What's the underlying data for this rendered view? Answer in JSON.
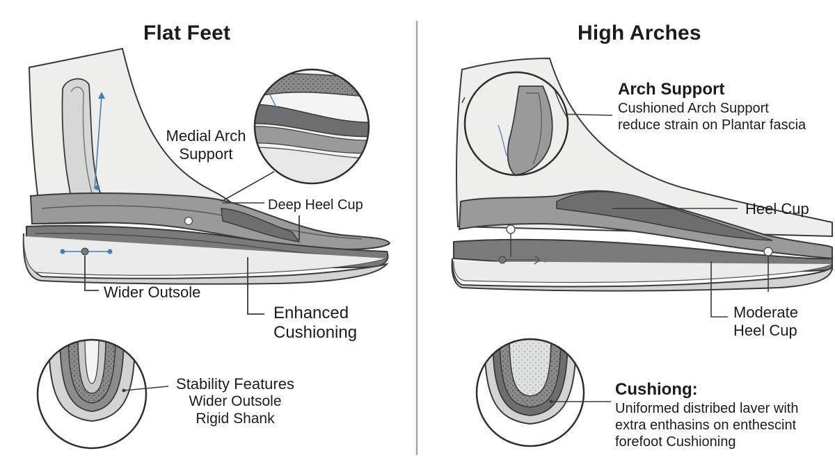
{
  "left": {
    "title": "Flat Feet",
    "medial_arch_support": [
      "Medial Arch",
      "Support"
    ],
    "deep_heel_cup": "Deep Heel Cup",
    "wider_outsole": "Wider Outsole",
    "enhanced_cushioning": [
      "Enhanced",
      "Cushioning"
    ],
    "stability": {
      "heading": "Stability Features",
      "lines": [
        "Wider Outsole",
        "Rigid Shank"
      ]
    }
  },
  "right": {
    "title": "High Arches",
    "arch_support": {
      "heading": "Arch Support",
      "lines": [
        "Cushioned Arch Support",
        "reduce strain on Plantar fascia"
      ]
    },
    "heel_cup": "Heel Cup",
    "moderate_heel_cup": [
      "Moderate",
      "Heel Cup"
    ],
    "cushioning": {
      "heading": "Cushiong:",
      "lines": [
        "Uniformed distribed laver with",
        "extra enthasins on enthescint",
        "forefoot Cushioning"
      ]
    }
  },
  "colors": {
    "outline": "#3a3a3a",
    "dark_gray": "#6e6e6e",
    "mid_gray": "#9a9a9a",
    "light_gray": "#d2d4d4",
    "skin": "#eeefec",
    "accent_blue": "#3f7fbf",
    "divider": "#9a9a9a"
  }
}
